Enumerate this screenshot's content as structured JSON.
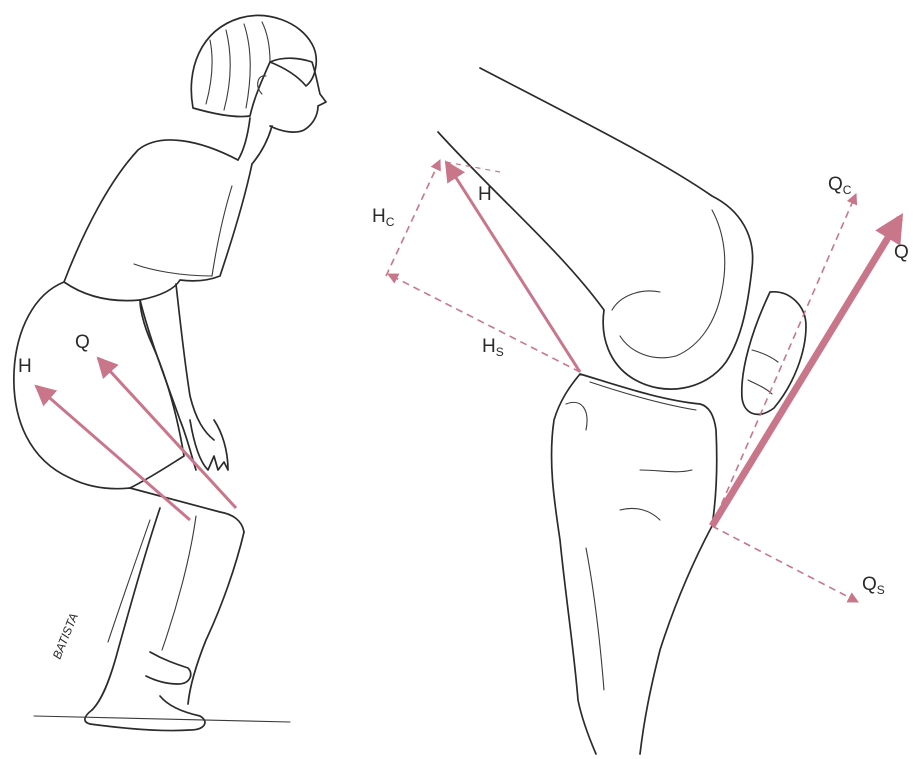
{
  "colors": {
    "arrow": "#c9768b",
    "ink": "#2b2b2b",
    "background": "#ffffff"
  },
  "figure_left": {
    "labels": {
      "hamstring": "H",
      "quadriceps": "Q"
    },
    "signature": "BATISTA"
  },
  "figure_right": {
    "labels": {
      "hamstring": "H",
      "hamstring_compressive_main": "H",
      "hamstring_compressive_sub": "C",
      "hamstring_shear_main": "H",
      "hamstring_shear_sub": "S",
      "quadriceps": "Q",
      "quadriceps_compressive_main": "Q",
      "quadriceps_compressive_sub": "C",
      "quadriceps_shear_main": "Q",
      "quadriceps_shear_sub": "S"
    }
  }
}
